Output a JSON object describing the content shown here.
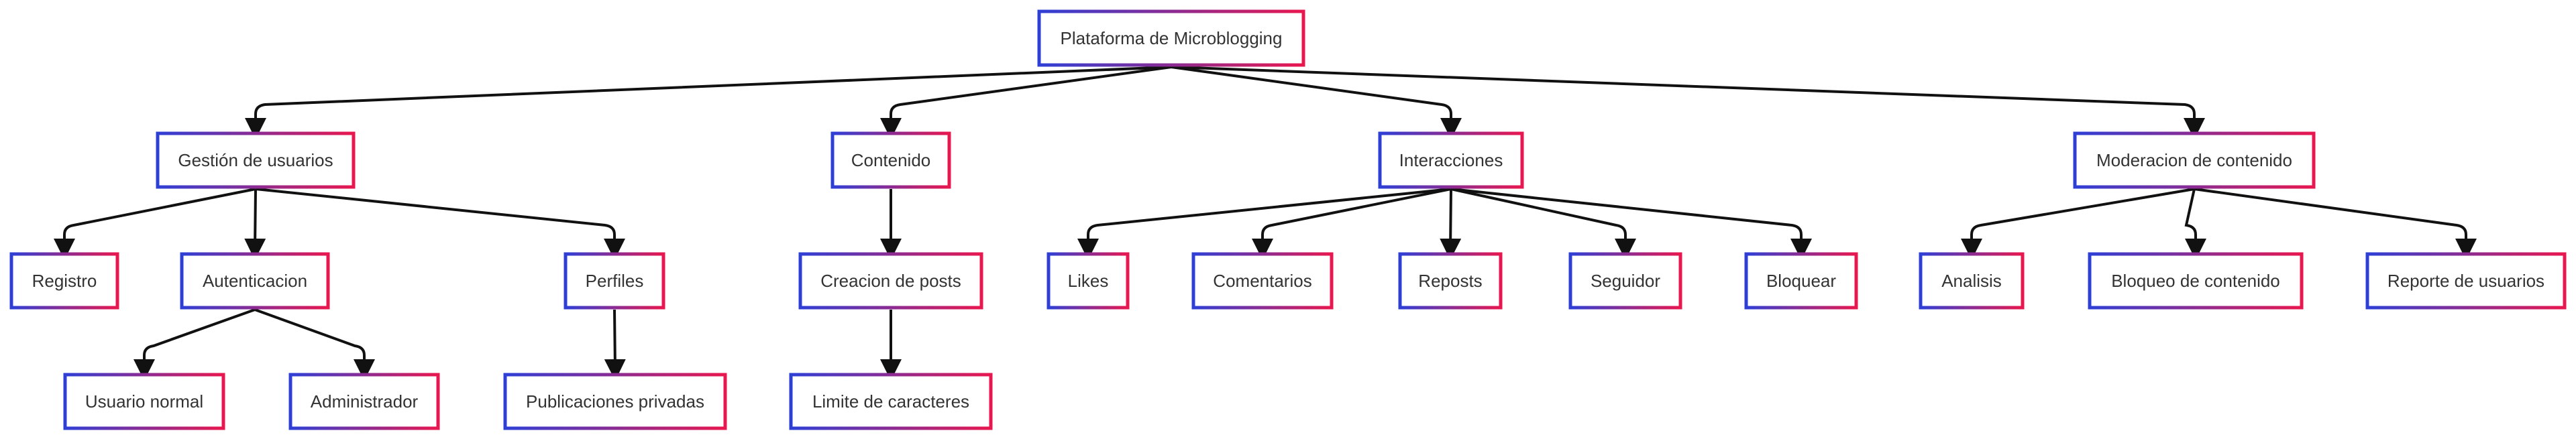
{
  "colors": {
    "border_start": "#2e3fd6",
    "border_end": "#e8174f",
    "text": "#333333",
    "edge": "#111111",
    "background": "#ffffff"
  },
  "nodes": [
    {
      "id": "root",
      "label": "Plataforma de Microblogging"
    },
    {
      "id": "usuarios",
      "label": "Gestión de usuarios"
    },
    {
      "id": "contenido",
      "label": "Contenido"
    },
    {
      "id": "interacciones",
      "label": "Interacciones"
    },
    {
      "id": "moderacion",
      "label": "Moderacion de contenido"
    },
    {
      "id": "registro",
      "label": "Registro"
    },
    {
      "id": "autenticacion",
      "label": "Autenticacion"
    },
    {
      "id": "perfiles",
      "label": "Perfiles"
    },
    {
      "id": "creacion",
      "label": "Creacion de posts"
    },
    {
      "id": "likes",
      "label": "Likes"
    },
    {
      "id": "comentarios",
      "label": "Comentarios"
    },
    {
      "id": "reposts",
      "label": "Reposts"
    },
    {
      "id": "seguidor",
      "label": "Seguidor"
    },
    {
      "id": "bloquear",
      "label": "Bloquear"
    },
    {
      "id": "analisis",
      "label": "Analisis"
    },
    {
      "id": "bloqueo",
      "label": "Bloqueo de contenido"
    },
    {
      "id": "reporte",
      "label": "Reporte de usuarios"
    },
    {
      "id": "normal",
      "label": "Usuario normal"
    },
    {
      "id": "admin",
      "label": "Administrador"
    },
    {
      "id": "privadas",
      "label": "Publicaciones privadas"
    },
    {
      "id": "limite",
      "label": "Limite de caracteres"
    }
  ],
  "edges": [
    [
      "root",
      "usuarios"
    ],
    [
      "root",
      "contenido"
    ],
    [
      "root",
      "interacciones"
    ],
    [
      "root",
      "moderacion"
    ],
    [
      "usuarios",
      "registro"
    ],
    [
      "usuarios",
      "autenticacion"
    ],
    [
      "usuarios",
      "perfiles"
    ],
    [
      "contenido",
      "creacion"
    ],
    [
      "interacciones",
      "likes"
    ],
    [
      "interacciones",
      "comentarios"
    ],
    [
      "interacciones",
      "reposts"
    ],
    [
      "interacciones",
      "seguidor"
    ],
    [
      "interacciones",
      "bloquear"
    ],
    [
      "moderacion",
      "analisis"
    ],
    [
      "moderacion",
      "bloqueo"
    ],
    [
      "moderacion",
      "reporte"
    ],
    [
      "autenticacion",
      "normal"
    ],
    [
      "autenticacion",
      "admin"
    ],
    [
      "perfiles",
      "privadas"
    ],
    [
      "creacion",
      "limite"
    ]
  ]
}
